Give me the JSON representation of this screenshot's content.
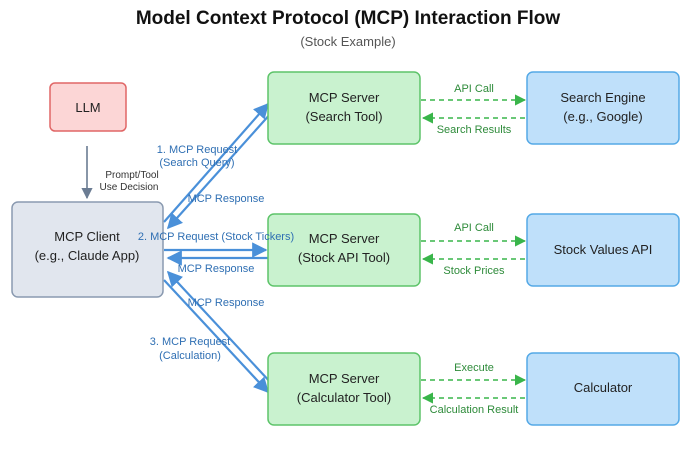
{
  "title": "Model Context Protocol (MCP) Interaction Flow",
  "subtitle": "(Stock Example)",
  "colors": {
    "llm_fill": "#fcd6d6",
    "llm_stroke": "#e06666",
    "client_fill": "#e1e6ee",
    "client_stroke": "#8a9ab0",
    "server_fill": "#c9f2cf",
    "server_stroke": "#5ec46a",
    "ext_fill": "#bfe0fa",
    "ext_stroke": "#55a9e6",
    "blue_arrow": "#4a90d9",
    "blue_text": "#2f6fb3",
    "green_arrow": "#39b54a",
    "green_text": "#2e8b3a",
    "gray_arrow": "#6b7c93"
  },
  "nodes": {
    "llm": {
      "label": "LLM"
    },
    "client": {
      "line1": "MCP Client",
      "line2": "(e.g., Claude App)"
    },
    "server_search": {
      "line1": "MCP Server",
      "line2": "(Search Tool)"
    },
    "server_stock": {
      "line1": "MCP Server",
      "line2": "(Stock API Tool)"
    },
    "server_calc": {
      "line1": "MCP Server",
      "line2": "(Calculator Tool)"
    },
    "search_engine": {
      "line1": "Search Engine",
      "line2": "(e.g., Google)"
    },
    "stock_api": {
      "label": "Stock Values API"
    },
    "calculator": {
      "label": "Calculator"
    }
  },
  "edges": {
    "llm_client": {
      "line1": "Prompt/Tool",
      "line2": "Use Decision"
    },
    "req1": {
      "line1": "1. MCP Request",
      "line2": "(Search Query)"
    },
    "resp1": {
      "label": "MCP Response"
    },
    "req2": {
      "label": "2. MCP Request (Stock Tickers)"
    },
    "resp2": {
      "label": "MCP Response"
    },
    "resp3": {
      "label": "MCP Response"
    },
    "req3": {
      "line1": "3. MCP Request",
      "line2": "(Calculation)"
    },
    "search_call": {
      "label": "API Call"
    },
    "search_result": {
      "label": "Search Results"
    },
    "stock_call": {
      "label": "API Call"
    },
    "stock_result": {
      "label": "Stock Prices"
    },
    "calc_call": {
      "label": "Execute"
    },
    "calc_result": {
      "label": "Calculation Result"
    }
  }
}
